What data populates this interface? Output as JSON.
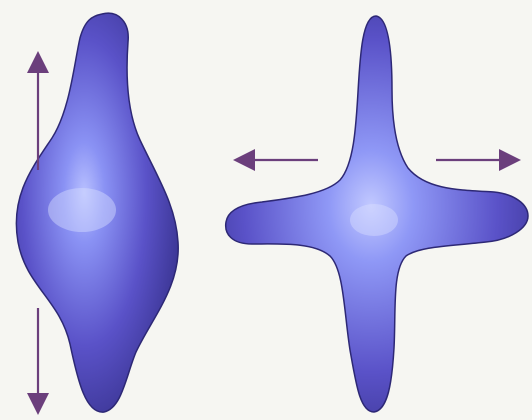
{
  "figure": {
    "colors": {
      "background": "#f6f6f2",
      "shape_dark": "#3b2f8e",
      "shape_mid": "#5a52c8",
      "shape_light": "#9aa2ff",
      "arrow": "#6b3f7c"
    },
    "shapes": [
      {
        "semantic": "elongated-blob"
      },
      {
        "semantic": "four-pointed-star-blob"
      }
    ],
    "arrows": [
      {
        "semantic": "vertical-double-arrow"
      },
      {
        "semantic": "horizontal-double-arrow"
      }
    ]
  }
}
